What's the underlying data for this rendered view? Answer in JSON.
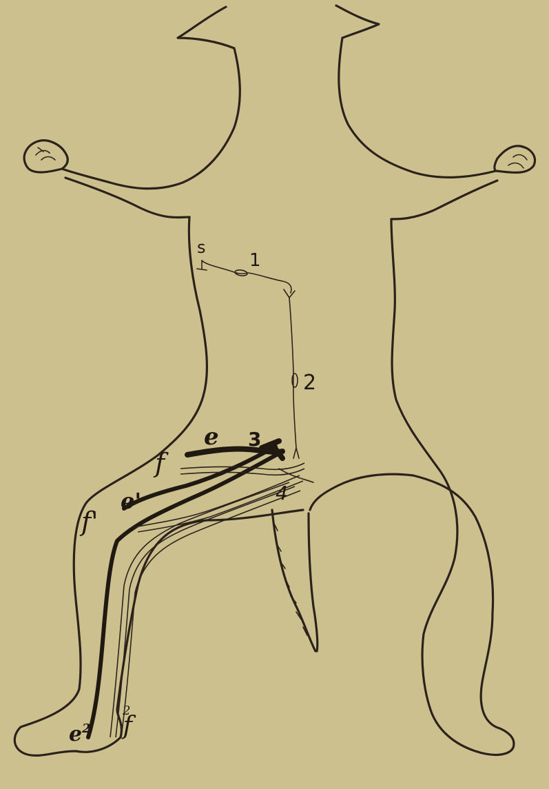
{
  "labels": {
    "s": "s",
    "n1": "1",
    "n2": "2",
    "n3": "3",
    "n4": "4",
    "e": "e",
    "e1": "e'",
    "e2_base": "e",
    "e2_sup": "2",
    "f": "f",
    "f1": "f'",
    "f2_base": "f",
    "f2_sup": "2"
  },
  "colors": {
    "paper": "#cdc08f",
    "ink": "#2b231b"
  }
}
